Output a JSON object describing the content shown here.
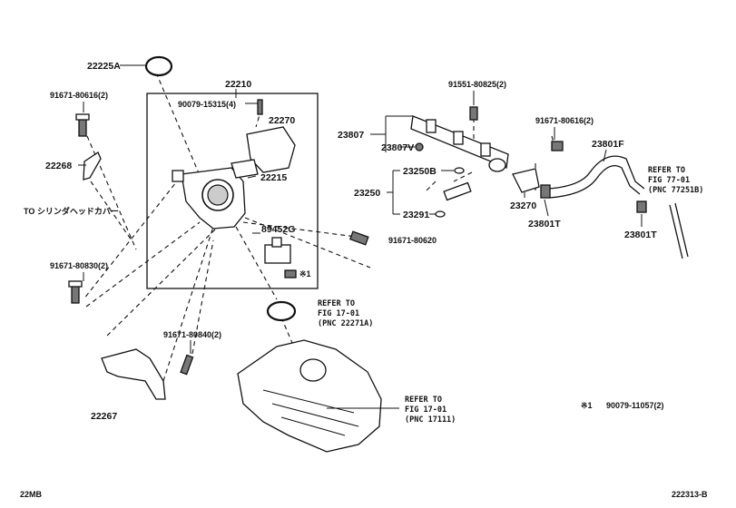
{
  "part_labels": {
    "p22225A": "22225A",
    "p22210": "22210",
    "p90079_15315": "90079-15315(4)",
    "p22270": "22270",
    "p22215": "22215",
    "p91671_80616_left": "91671-80616(2)",
    "p22268": "22268",
    "to_cylinder_head": "TO シリンダヘッドカバー",
    "p89452G": "89452G",
    "x1_mark": "※1",
    "p91671_80620": "91671-80620",
    "p91671_80830": "91671-80830(2)",
    "p91671_80840": "91671-80840(2)",
    "p22267": "22267",
    "p91551_80825": "91551-80825(2)",
    "p23807": "23807",
    "p23807V": "23807V",
    "p91671_80616_right": "91671-80616(2)",
    "p23801F": "23801F",
    "p23250B": "23250B",
    "p23250": "23250",
    "p23291": "23291",
    "p23270": "23270",
    "p23801T_a": "23801T",
    "p23801T_b": "23801T"
  },
  "refer_notes": {
    "fig77": [
      "REFER TO",
      "FIG 77-01",
      "(PNC 77251B)"
    ],
    "fig17a": [
      "REFER TO",
      "FIG 17-01",
      "(PNC 22271A)"
    ],
    "fig17b": [
      "REFER TO",
      "FIG 17-01",
      "(PNC 17111)"
    ]
  },
  "footnote": {
    "mark": "※1",
    "part": "90079-11057(2)"
  },
  "corner_left": "22MB",
  "corner_right": "222313-B"
}
